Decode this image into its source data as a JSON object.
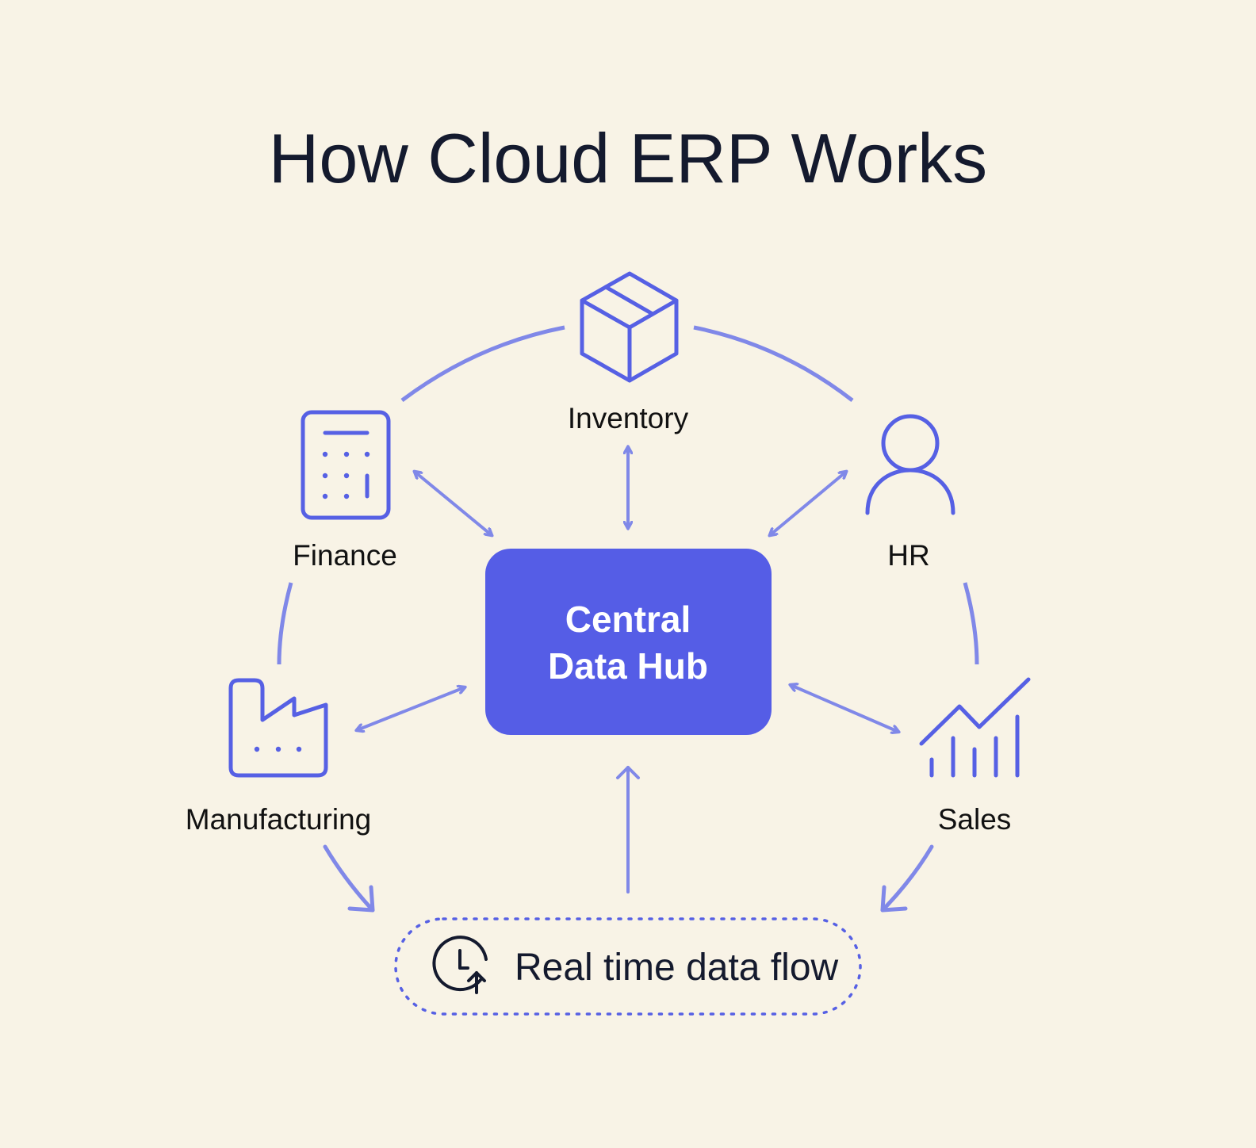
{
  "title": "How Cloud ERP Works",
  "hub": {
    "line1": "Central",
    "line2": "Data Hub",
    "color": "#555de6"
  },
  "modules": [
    {
      "id": "inventory",
      "label": "Inventory",
      "icon": "box-icon"
    },
    {
      "id": "finance",
      "label": "Finance",
      "icon": "calculator-icon"
    },
    {
      "id": "hr",
      "label": "HR",
      "icon": "person-icon"
    },
    {
      "id": "manufacturing",
      "label": "Manufacturing",
      "icon": "factory-icon"
    },
    {
      "id": "sales",
      "label": "Sales",
      "icon": "sales-chart-icon"
    }
  ],
  "flow": {
    "label": "Real time data flow",
    "icon": "clock-upload-icon"
  },
  "colors": {
    "background": "#f8f3e6",
    "accent": "#5660e4",
    "connector": "#8088e8",
    "text": "#141a2e"
  }
}
